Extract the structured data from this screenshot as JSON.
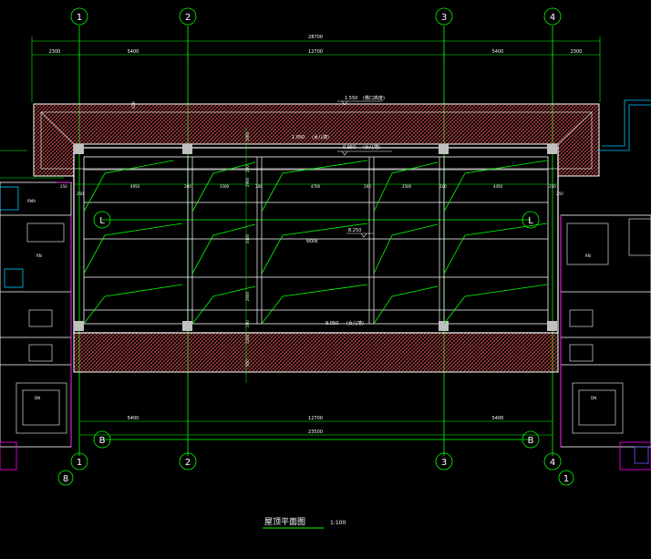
{
  "axes": {
    "columns": [
      "1",
      "2",
      "3",
      "4"
    ],
    "rows_left": [
      "L",
      "B"
    ],
    "rows_right": [
      "L",
      "B"
    ],
    "extra_bottom": "8"
  },
  "dims": {
    "overall_top": "28700",
    "top_segments": [
      "2300",
      "5400",
      "12700",
      "5400",
      "2300"
    ],
    "inner_segments": [
      "4950",
      "200",
      "3500",
      "200",
      "4700",
      "200",
      "3500",
      "200",
      "4450"
    ],
    "overall_bottom": "23500",
    "bottom_segments": [
      "5400",
      "12700",
      "5400"
    ],
    "left_edges": [
      "250",
      "250"
    ],
    "right_edges": [
      "250",
      "250"
    ],
    "vertical": [
      "200",
      "2900",
      "3400",
      "2600",
      "200"
    ],
    "vertical_lower": [
      "1200",
      "950"
    ],
    "vertical_upper": [
      "600",
      "1000"
    ]
  },
  "levels": {
    "eave_top": "1.550",
    "eave_top_note": "(檐口高度)",
    "ridge_left": "1.050",
    "ridge_left_note": "(女儿墙)",
    "ridge_center": "0.950",
    "ridge_center_note": "(女儿墙)",
    "roof_mid": "8.250",
    "roof_bottom": "9.050",
    "roof_bottom_note": "(女儿墙)"
  },
  "labels": {
    "roof_center": "WORK",
    "room_left_1": "RMA",
    "room_left_2": "RN",
    "room_left_3": "DN",
    "room_right_1": "RN",
    "room_right_2": "DN"
  },
  "title": {
    "name": "屋顶平面图",
    "scale": "1:100"
  },
  "colors": {
    "background": "#000000",
    "axis": "#00ff00",
    "wall": "#ffffff",
    "roof_hatch": "#ff6060",
    "slope": "#00ff00",
    "furniture": "#c0c0c0",
    "pipe": "#00c8ff",
    "magenta": "#ff00ff",
    "column": "#c0c0c0",
    "blue_box": "#6060ff"
  }
}
